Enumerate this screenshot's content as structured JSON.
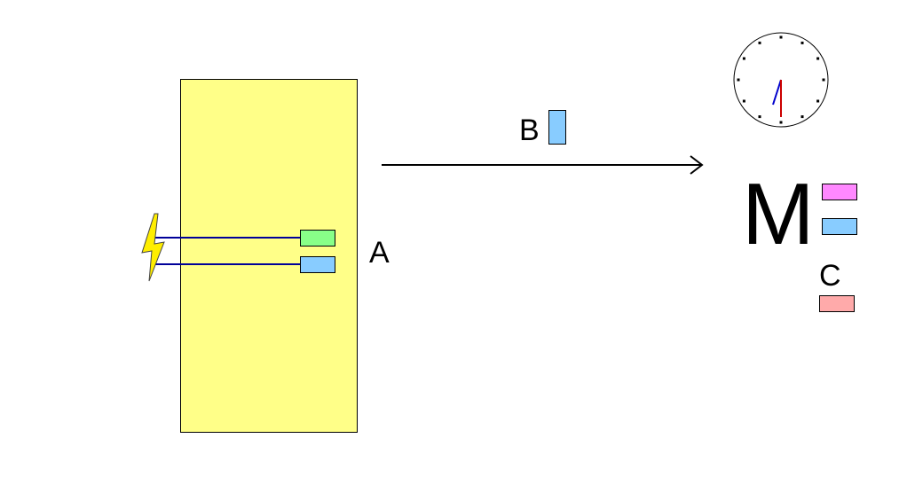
{
  "labels": {
    "a": "A",
    "b": "B",
    "c": "C",
    "m": "M"
  },
  "colors": {
    "panel": "#ffff88",
    "green_chip": "#88ff88",
    "blue_chip": "#88ccff",
    "magenta_chip": "#ff88ff",
    "salmon_chip": "#ffaaaa",
    "wire": "#000099",
    "bolt": "#ffee00",
    "clock_hour_hand": "#0000cc",
    "clock_minute_hand": "#cc0000"
  },
  "icons": {
    "bolt": "lightning-bolt-icon",
    "clock": "clock-icon",
    "arrow": "right-arrow"
  }
}
